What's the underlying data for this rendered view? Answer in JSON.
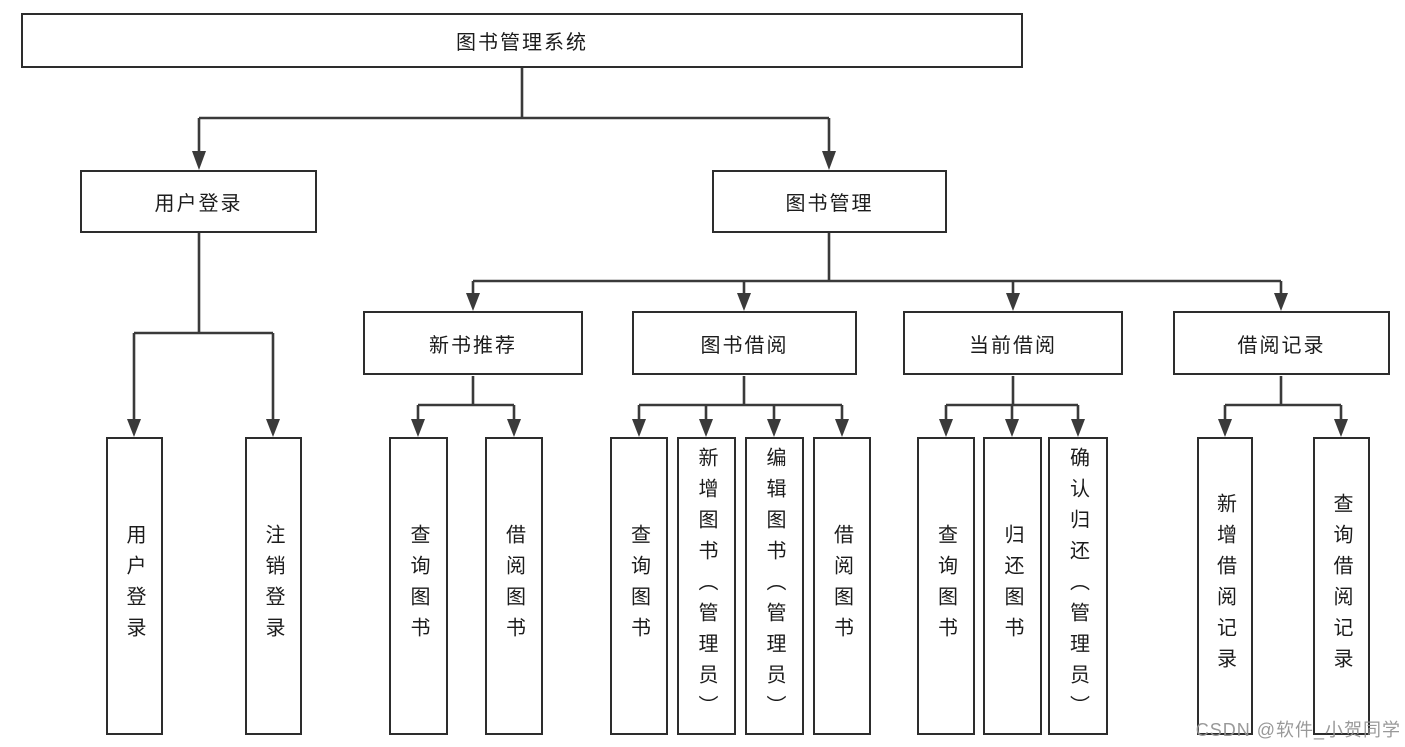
{
  "diagram": {
    "title": "图书管理系统",
    "watermark": "CSDN @软件_小贺同学"
  },
  "nodes": {
    "root": "图书管理系统",
    "user_login": "用户登录",
    "book_management": "图书管理",
    "new_book_recommend": "新书推荐",
    "book_borrow": "图书借阅",
    "current_borrow": "当前借阅",
    "borrow_records": "借阅记录",
    "leaf_user_login": "用户登录",
    "leaf_logout": "注销登录",
    "leaf_query_books_1": "查询图书",
    "leaf_borrow_books_1": "借阅图书",
    "leaf_query_books_2": "查询图书",
    "leaf_add_book_admin": "新增图书（管理员）",
    "leaf_edit_book_admin": "编辑图书（管理员）",
    "leaf_borrow_books_2": "借阅图书",
    "leaf_query_books_3": "查询图书",
    "leaf_return_book": "归还图书",
    "leaf_confirm_return_admin": "确认归还（管理员）",
    "leaf_add_borrow_record": "新增借阅记录",
    "leaf_query_borrow_record": "查询借阅记录"
  },
  "hierarchy": {
    "图书管理系统": {
      "用户登录": [
        "用户登录",
        "注销登录"
      ],
      "图书管理": {
        "新书推荐": [
          "查询图书",
          "借阅图书"
        ],
        "图书借阅": [
          "查询图书",
          "新增图书（管理员）",
          "编辑图书（管理员）",
          "借阅图书"
        ],
        "当前借阅": [
          "查询图书",
          "归还图书",
          "确认归还（管理员）"
        ],
        "借阅记录": [
          "新增借阅记录",
          "查询借阅记录"
        ]
      }
    }
  }
}
